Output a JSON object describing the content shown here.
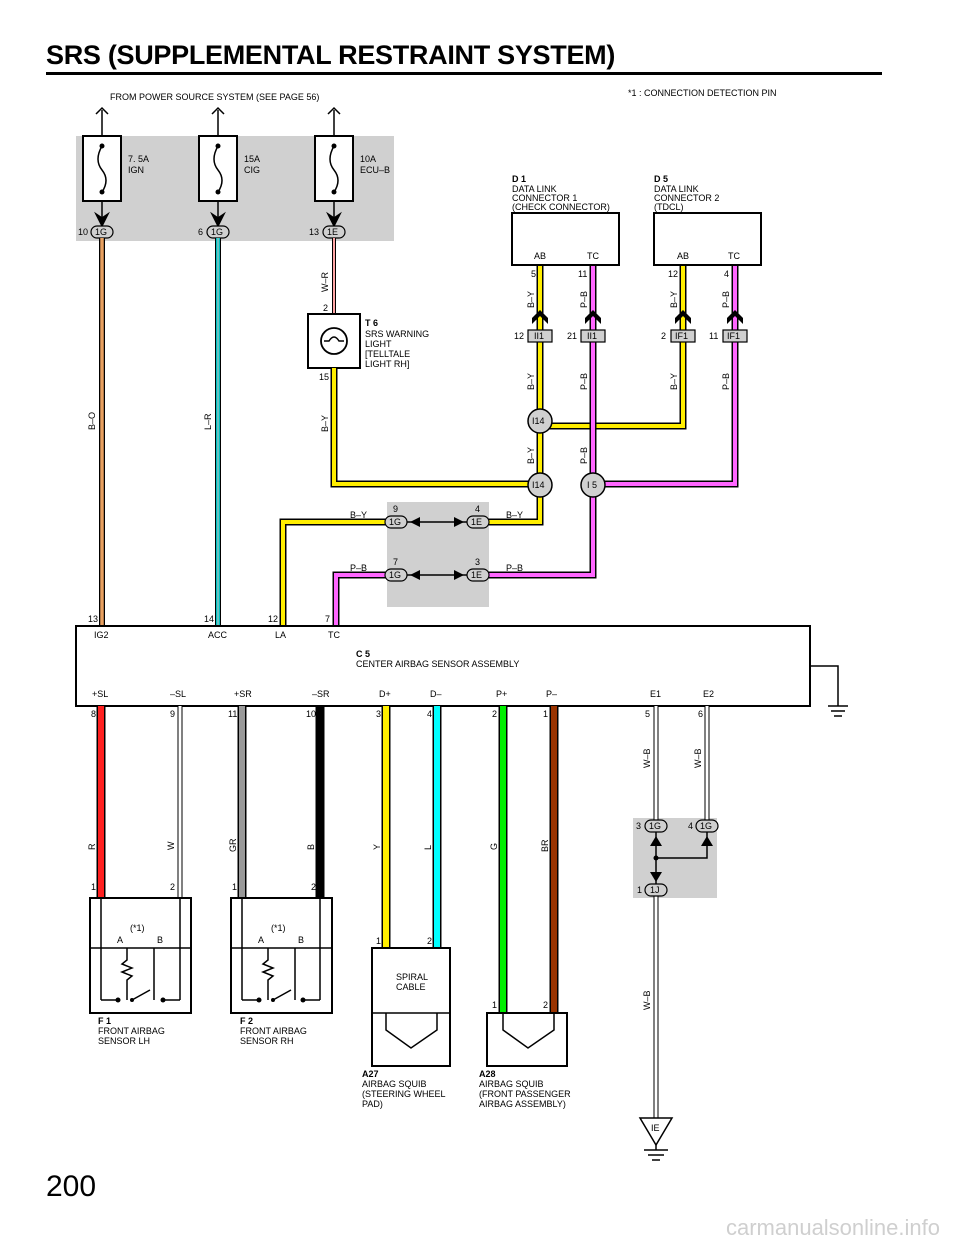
{
  "page": {
    "title": "SRS (SUPPLEMENTAL RESTRAINT SYSTEM)",
    "page_number": "200",
    "watermark": "carmanualsonline.info",
    "source_note": "FROM POWER SOURCE SYSTEM (SEE PAGE 56)",
    "footnote": "*1  : CONNECTION DETECTION PIN"
  },
  "fuses": [
    {
      "rating": "7. 5A",
      "name": "IGN",
      "pin": "10",
      "conn": "1G"
    },
    {
      "rating": "15A",
      "name": "CIG",
      "pin": "6",
      "conn": "1G"
    },
    {
      "rating": "10A",
      "name": "ECU–B",
      "pin": "13",
      "conn": "1E"
    }
  ],
  "wires": {
    "ig": "B–O",
    "acc": "L–R",
    "wr": "W–R",
    "by": "B–Y",
    "pb": "P–B",
    "r": "R",
    "w": "W",
    "gr": "GR",
    "b": "B",
    "y": "Y",
    "l": "L",
    "g": "G",
    "br": "BR",
    "wb": "W–B"
  },
  "d1": {
    "id": "D 1",
    "lines": [
      "DATA LINK",
      "CONNECTOR 1",
      "(CHECK CONNECTOR)"
    ],
    "pins": [
      "AB",
      "TC"
    ],
    "pin_nums": [
      "5",
      "11"
    ]
  },
  "d5": {
    "id": "D 5",
    "lines": [
      "DATA LINK",
      "CONNECTOR 2",
      "(TDCL)"
    ],
    "pins": [
      "AB",
      "TC"
    ],
    "pin_nums": [
      "12",
      "4"
    ]
  },
  "t6": {
    "id": "T 6",
    "lines": [
      "SRS WARNING",
      "LIGHT",
      "[TELLTALE",
      "  LIGHT RH]"
    ],
    "pin_top": "2",
    "pin_bottom": "15"
  },
  "connectors": {
    "ii1_a": {
      "pin": "12",
      "label": "II1"
    },
    "ii1_b": {
      "pin": "21",
      "label": "II1"
    },
    "if1_a": {
      "pin": "2",
      "label": "IF1"
    },
    "if1_b": {
      "pin": "11",
      "label": "IF1"
    },
    "i14": "I14",
    "i5": "I 5",
    "j1g_9": "9",
    "j1e_4": "4",
    "j1g_7": "7",
    "j1e_3": "3",
    "c1g": "1G",
    "c1e": "1E",
    "c1j": "1J",
    "g3": "3",
    "g4": "4",
    "j1": "1"
  },
  "c5": {
    "id": "C 5",
    "name": "CENTER AIRBAG SENSOR ASSEMBLY",
    "top_pins": [
      {
        "num": "13",
        "name": "IG2"
      },
      {
        "num": "14",
        "name": "ACC"
      },
      {
        "num": "12",
        "name": "LA"
      },
      {
        "num": "7",
        "name": "TC"
      }
    ],
    "bottom_pins": [
      {
        "num": "8",
        "name": "+SL"
      },
      {
        "num": "9",
        "name": "–SL"
      },
      {
        "num": "11",
        "name": "+SR"
      },
      {
        "num": "10",
        "name": "–SR"
      },
      {
        "num": "3",
        "name": "D+"
      },
      {
        "num": "4",
        "name": "D–"
      },
      {
        "num": "2",
        "name": "P+"
      },
      {
        "num": "1",
        "name": "P–"
      },
      {
        "num": "5",
        "name": "E1"
      },
      {
        "num": "6",
        "name": "E2"
      }
    ]
  },
  "f1": {
    "id": "F 1",
    "lines": [
      "FRONT AIRBAG",
      "SENSOR LH"
    ],
    "note": "(*1)",
    "a": "A",
    "b": "B",
    "p1": "1",
    "p2": "2"
  },
  "f2": {
    "id": "F 2",
    "lines": [
      "FRONT AIRBAG",
      "SENSOR RH"
    ],
    "note": "(*1)",
    "a": "A",
    "b": "B",
    "p1": "1",
    "p2": "2"
  },
  "spiral": {
    "lines": [
      "SPIRAL",
      "CABLE"
    ],
    "p1": "1",
    "p2": "2"
  },
  "a27": {
    "id": "A27",
    "lines": [
      "AIRBAG SQUIB",
      "(STEERING WHEEL",
      "  PAD)"
    ]
  },
  "a28": {
    "id": "A28",
    "lines": [
      "AIRBAG SQUIB",
      "(FRONT PASSENGER",
      "  AIRBAG ASSEMBLY)"
    ],
    "p1": "1",
    "p2": "2"
  },
  "ground": "IE",
  "colors": {
    "orange": "#e8a060",
    "cyan": "#00ffff",
    "yellow": "#ffee00",
    "pink": "#ff66ff",
    "red": "#ff2020",
    "grey": "#999999",
    "green": "#00ee00",
    "brown": "#993300",
    "shade": "#d0d0d0"
  }
}
